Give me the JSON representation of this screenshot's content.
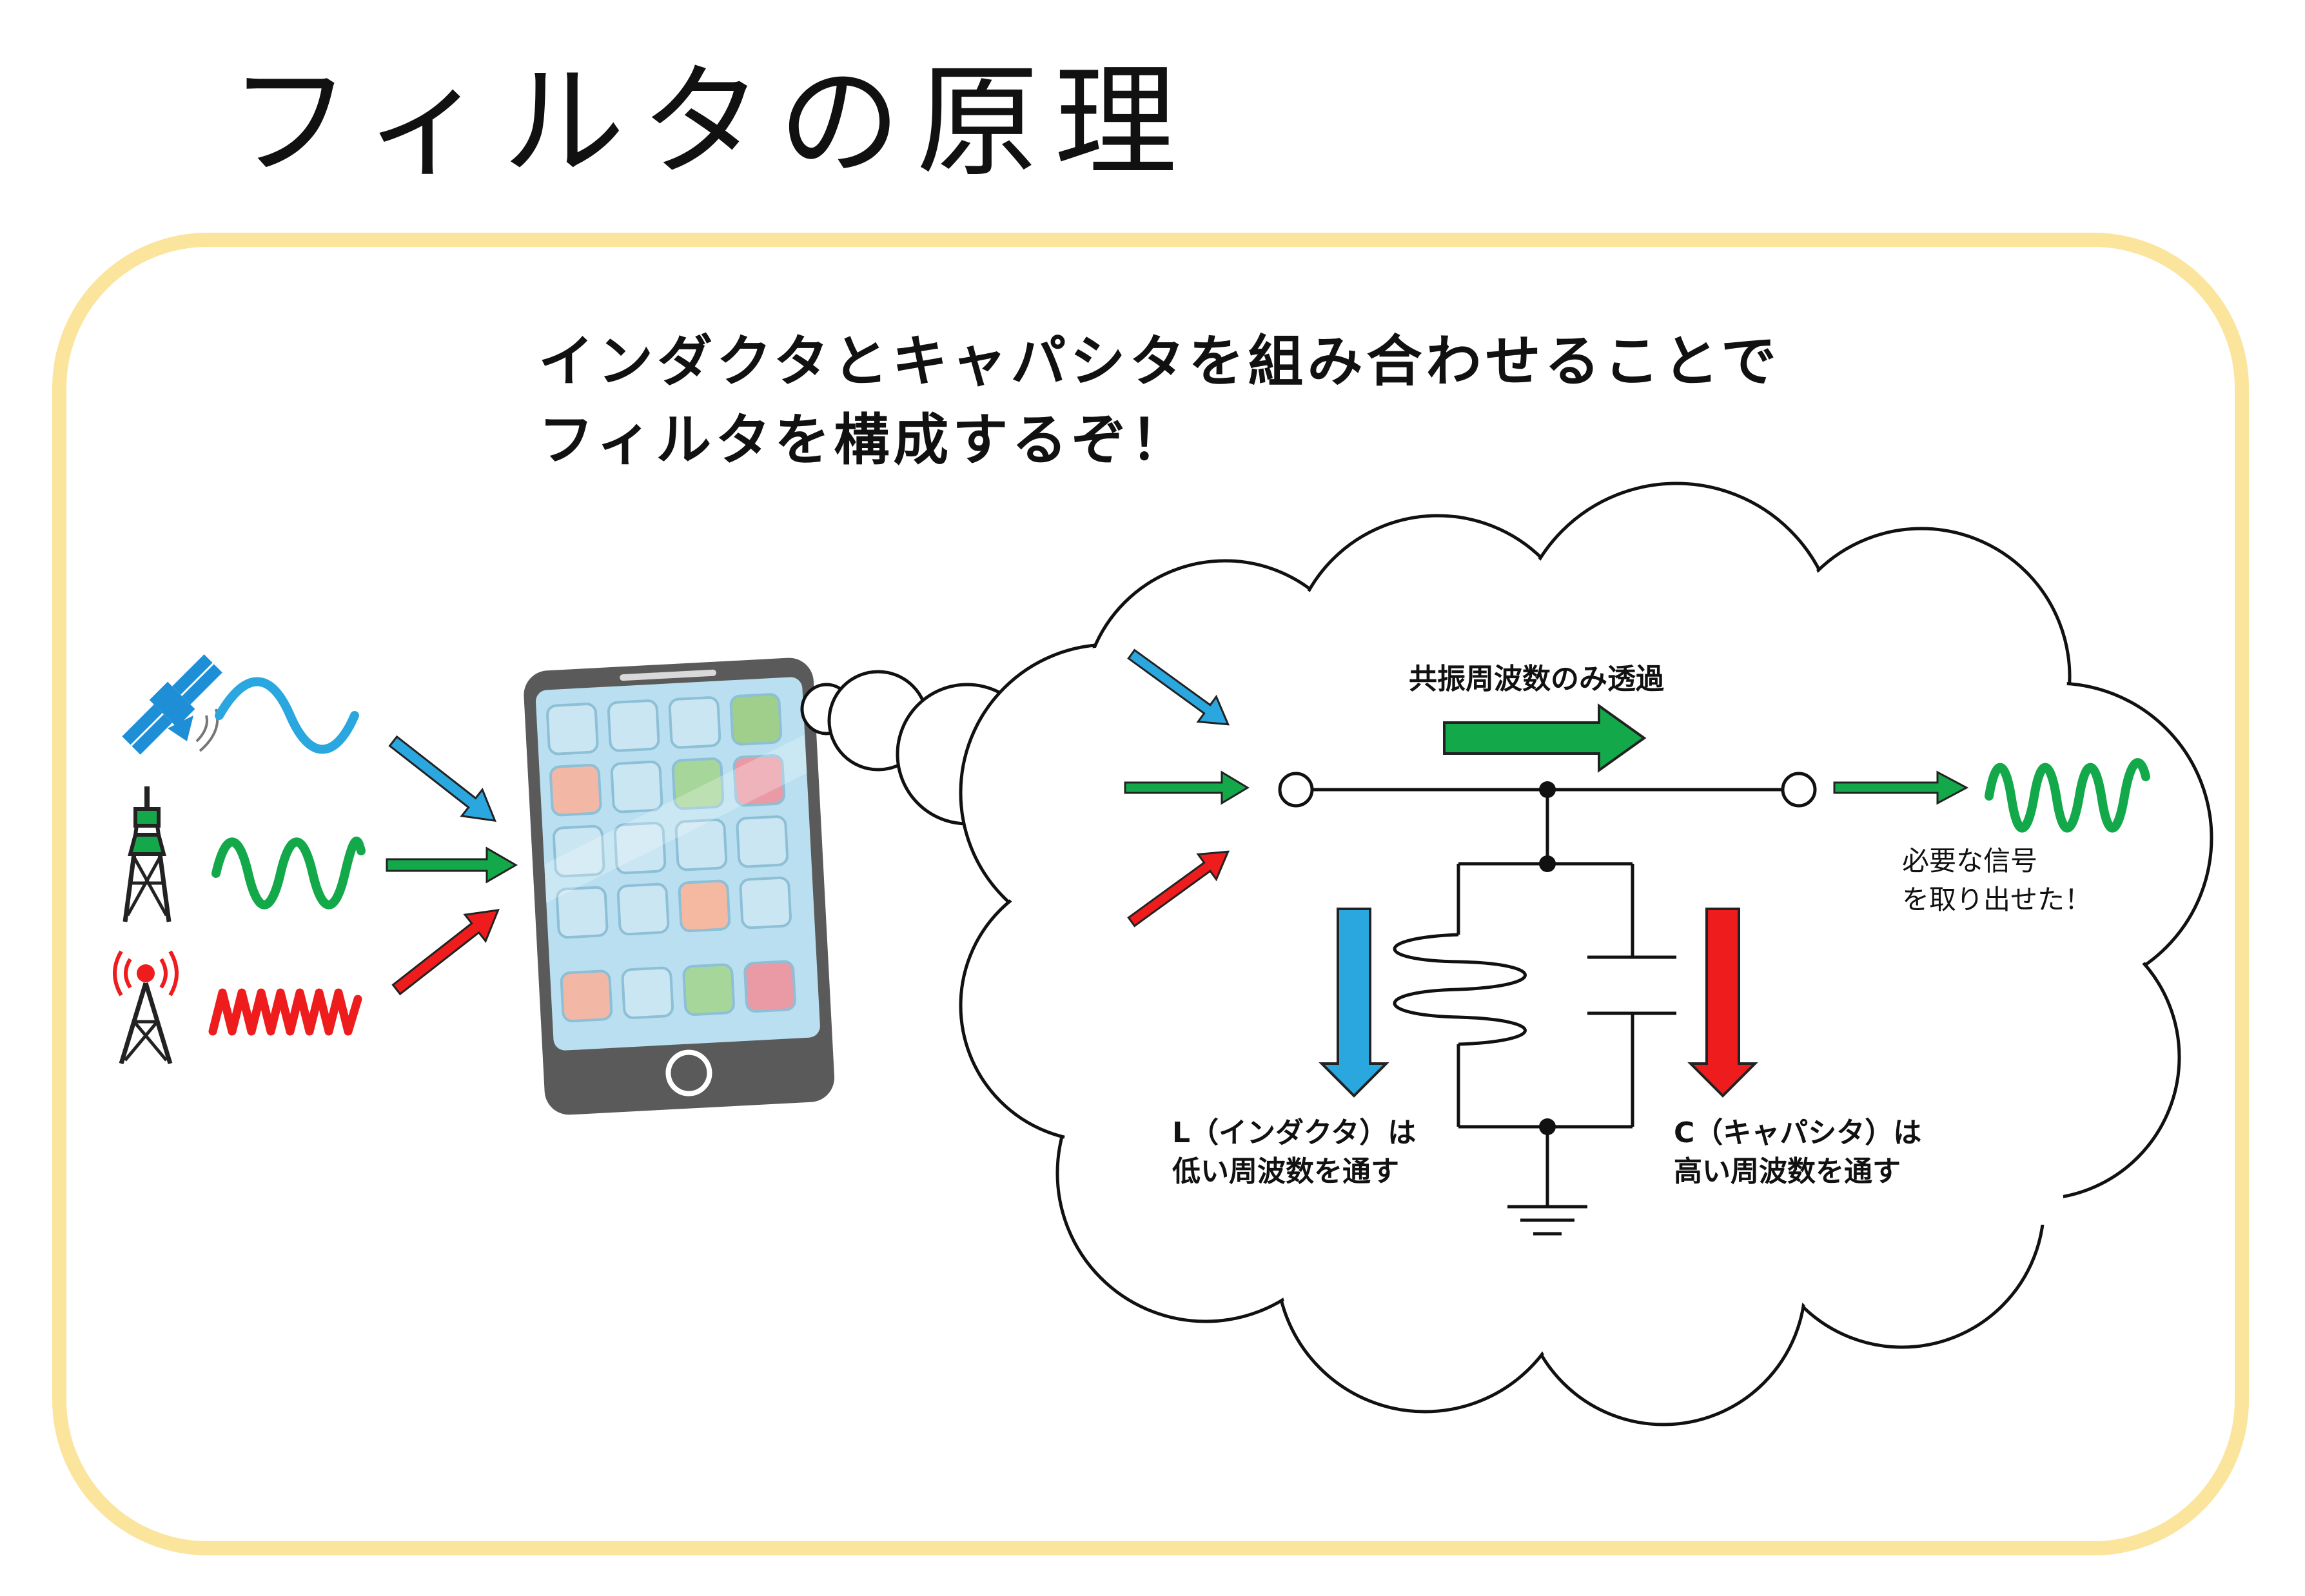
{
  "title": "フィルタの原理",
  "subtitle": {
    "line1": "インダクタとキャパシタを組み合わせることで",
    "line2": "フィルタを構成するぞ！"
  },
  "circuit": {
    "resonance_label": "共振周波数のみ透過",
    "inductor_label": {
      "line1": "L（インダクタ）は",
      "line2": "低い周波数を通す"
    },
    "capacitor_label": {
      "line1": "C（キャパシタ）は",
      "line2": "高い周波数を通す"
    },
    "output_label": {
      "line1": "必要な信号",
      "line2": "を取り出せた！"
    }
  },
  "icons": [
    "satellite-icon",
    "tv-tower-icon",
    "radio-tower-icon",
    "smartphone-icon"
  ],
  "colors": {
    "frame": "#fbe49c",
    "low_freq_blue": "#2aa7df",
    "resonant_green": "#13a94a",
    "high_freq_red": "#ee1c1c",
    "phone_body": "#5a5a5a",
    "phone_screen": "#b9dff0"
  }
}
